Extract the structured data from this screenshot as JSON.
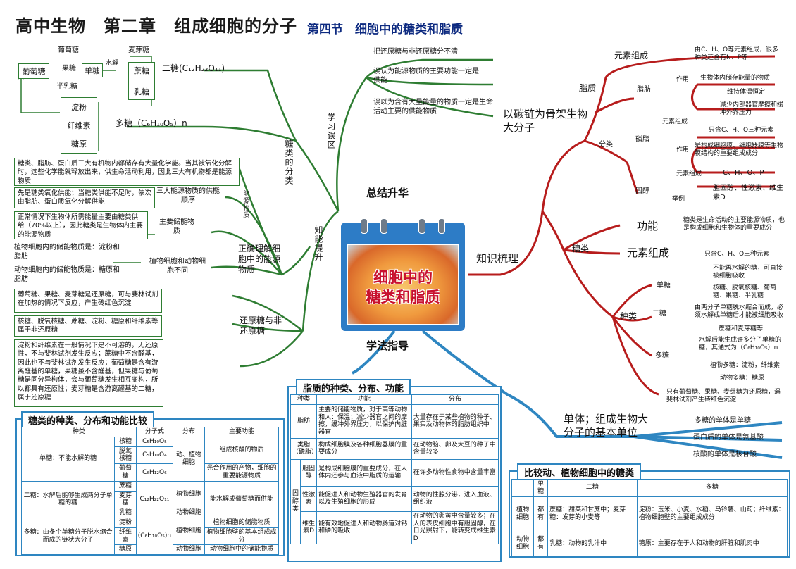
{
  "header": {
    "title": "高中生物　第二章　组成细胞的分子",
    "subtitle": "第四节　细胞中的糖类和脂质"
  },
  "center": {
    "line1": "细胞中的",
    "line2": "糖类和脂质"
  },
  "branches": {
    "summary": "总结升华",
    "knowledge": "知识梳理",
    "method": "学法指导",
    "misconceptions": "学习误区",
    "function_up": "知能提升"
  },
  "misconceptions": [
    "把还原糖与非还原糖分不清",
    "误认为能源物质的主要功能一定是供能",
    "误以为含有大量能量的物质一定是生命活动主要的供能物质"
  ],
  "sugar_tree": {
    "glucose": "葡萄糖",
    "glucose2": "葡萄糖",
    "fructose": "果糖",
    "mono": "单糖",
    "galactose": "半乳糖",
    "hydro": "水解",
    "maltose": "麦芽糖",
    "sucrose": "蔗糖",
    "lactose": "乳糖",
    "disaccharide": "二糖(C₁₂H₂₂O₁₁)",
    "starch": "淀粉",
    "cellulose": "纤维素",
    "glycogen": "糖原",
    "poly": "多糖（C₆H₁₀O₅）n",
    "classify": "糖类的分类"
  },
  "energy": {
    "note1": "糖类、脂肪、蛋白质三大有机物内都储存有大量化学能。当其被氧化分解时，这些化学能就释放出来，供生命活动利用，因此三大有机物都是能源物质",
    "note2": "先是糖类氧化供能；当糖类供能不足时，依次由脂肪、蛋白质氧化分解供能",
    "label2": "三大能源物质的供能顺序",
    "note3": "正常情况下生物体所需能量主要由糖类供给（70%以上），因此糖类是生物体内主要的能源物质",
    "label3": "主要储能物质",
    "note4a": "植物细胞内的储能物质是：淀粉和脂肪",
    "note4b": "动物细胞内的储能物质是：糖原和脂肪",
    "label4": "植物细胞和动物细胞不同",
    "energy_store": "能源物质",
    "main": "正确理解细胞中的能源物质"
  },
  "reducing": {
    "note1": "葡萄糖、果糖、麦芽糖是还原糖，可与斐林试剂在加热的情况下反应，产生砖红色沉淀",
    "note2": "核糖、脱氧核糖、蔗糖、淀粉、糖原和纤维素等属于非还原糖",
    "note3": "淀粉和纤维素在一般情况下是不可溶的，无还原性，不与斐林试剂发生反应；蔗糖中不含醛基，因此也不与斐林试剂发生反应；葡萄糖是含有游离醛基的单糖，果糖虽不含醛基，但果糖与葡萄糖是同分异构体，会与葡萄糖发生相互变构，所以都具有还原性；麦芽糖是含游离醛基的二糖，属于还原糖",
    "main": "还原糖与非还原糖"
  },
  "right": {
    "carbon": "以碳链为骨架生物大分子",
    "lipid": "脂质",
    "element": "元素组成",
    "lipid_elem": "由C、H、O等元素组成，很多种类还含有N、P等",
    "classify": "分类",
    "fat": "脂肪",
    "role": "作用",
    "fat1": "生物体内储存能量的物质",
    "fat2": "维持体温恒定",
    "fat3": "减少内部器官摩擦和缓冲外界压力",
    "fat_elem": "只含C、H、O三种元素",
    "phos": "磷脂",
    "phos_role": "是构成细胞膜、细胞器膜等生物膜结构的重要组成成分",
    "phos_elem_label": "元素组成",
    "phos_elem": "C、H、O、P",
    "sterol": "固醇",
    "example": "举例",
    "sterol_ex": "胆固醇、性激素、维生素D",
    "sugar": "糖类",
    "func": "功能",
    "sugar_func": "糖类是生命活动的主要能源物质，也是构成细胞和生物体的重要成分",
    "sugar_elem_label": "元素组成",
    "sugar_elem": "只含C、H、O三种元素",
    "kind": "种类",
    "mono": "单糖",
    "mono1": "不能再水解的糖，可直接被细胞吸收",
    "mono2": "核糖、脱氧核糖、葡萄糖、果糖、半乳糖",
    "di": "二糖",
    "di1": "由两分子单糖脱水缩合而成，必须水解成单糖后才能被细胞吸收",
    "di2": "蔗糖和麦芽糖等",
    "poly": "多糖",
    "poly1": "水解后能生成许多分子单糖的糖，其通式为（C₆H₁₀O₅）n",
    "poly2": "植物多糖：淀粉，纤维素",
    "poly3": "动物多糖：糖原",
    "reduce_note": "只有葡萄糖、果糖、麦芽糖为还原糖，遇斐林试剂产生砖红色沉淀",
    "unit": "单体；组成生物大分子的基本单位",
    "unit1": "多糖的单体是单糖",
    "unit2": "蛋白质的单体是氨基酸",
    "unit3": "核酸的单体是核苷酸"
  },
  "sugar_table": {
    "title": "糖类的种类、分布和功能比较",
    "headers": [
      "种类",
      "",
      "分子式",
      "分布",
      "主要功能"
    ],
    "g1": "单糖：不能水解的糖",
    "r1": [
      "核糖",
      "C₅H₁₀O₅"
    ],
    "r2": [
      "脱氧核糖",
      "C₅H₁₀O₄"
    ],
    "r3": [
      "葡萄糖",
      "C₆H₁₂O₆"
    ],
    "d1": "动、植物细胞",
    "f1": "组成核酸的物质",
    "f3": "光合作用的产物，细胞的重要能源物质",
    "g2": "二糖：水解后能够生成两分子单糖的糖",
    "r4": "蔗糖",
    "r5": "麦芽糖",
    "r6": "乳糖",
    "m2": "C₁₂H₂₂O₁₁",
    "d2": "植物细胞",
    "f2": "能水解成葡萄糖而供能",
    "d3": "动物细胞",
    "g3": "多糖：由多个单糖分子脱水缩合而成的链状大分子",
    "r7": "淀粉",
    "r8": "纤维素",
    "r9": "糖原",
    "m3": "(C₆H₁₀O₅)n",
    "d4": "植物细胞",
    "f4": "植物细胞的储能物质",
    "f5": "植物细胞壁的基本组成成分",
    "d5": "动物细胞",
    "f6": "动物细胞中的储能物质"
  },
  "lipid_table": {
    "title": "脂质的种类、分布、功能",
    "headers": [
      "种类",
      "功能",
      "分布"
    ],
    "fat": "脂肪",
    "fat_f": "主要的储能物质，对于高等动物和人：保温；减少器官之间的摩擦，缓冲外界压力，以保护内脏器官",
    "fat_d": "大量存在于某些植物的种子、果实及动物体的脂肪组织中",
    "phos": "类脂（磷脂）",
    "phos_f": "构成细胞膜及各种细胞器膜的重要成分",
    "phos_d": "在动物脑、卵及大豆的种子中含量较多",
    "sterol": "固醇类",
    "chol": "胆固醇",
    "chol_f": "是构成细胞膜的重要成分，在人体内还参与血液中脂质的运输",
    "chol_d": "在许多动物性食物中含量丰富",
    "sex": "性激素",
    "sex_f": "能促进人和动物生殖器官的发育以及生殖细胞的形成",
    "sex_d": "动物的性腺分泌，进入血液、组织液",
    "vd": "维生素D",
    "vd_f": "能有效地促进人和动物肠道对钙和磷的吸收",
    "vd_d": "在动物的卵黄中含量较多；在人的表皮细胞中有胆固醇，在日光照射下，能转变成维生素D"
  },
  "cmp_table": {
    "title": "比较动、植物细胞中的糖类",
    "headers": [
      "",
      "单糖",
      "二糖",
      "多糖"
    ],
    "plant": "植物细胞",
    "plant1": "都有",
    "plant2": "蔗糖：甜菜和甘蔗中；麦芽糖：发芽的小麦等",
    "plant3": "淀粉：玉米、小麦、水稻、马铃薯、山药；纤维素：植物细胞壁的主要组成成分",
    "animal": "动物细胞",
    "animal1": "都有",
    "animal2": "乳糖：动物的乳汁中",
    "animal3": "糖原：主要存在于人和动物的肝脏和肌肉中"
  },
  "colors": {
    "green": "#2e7d32",
    "red": "#b71c1c",
    "blue": "#2e86c1",
    "title_blue": "#0d2a80"
  }
}
